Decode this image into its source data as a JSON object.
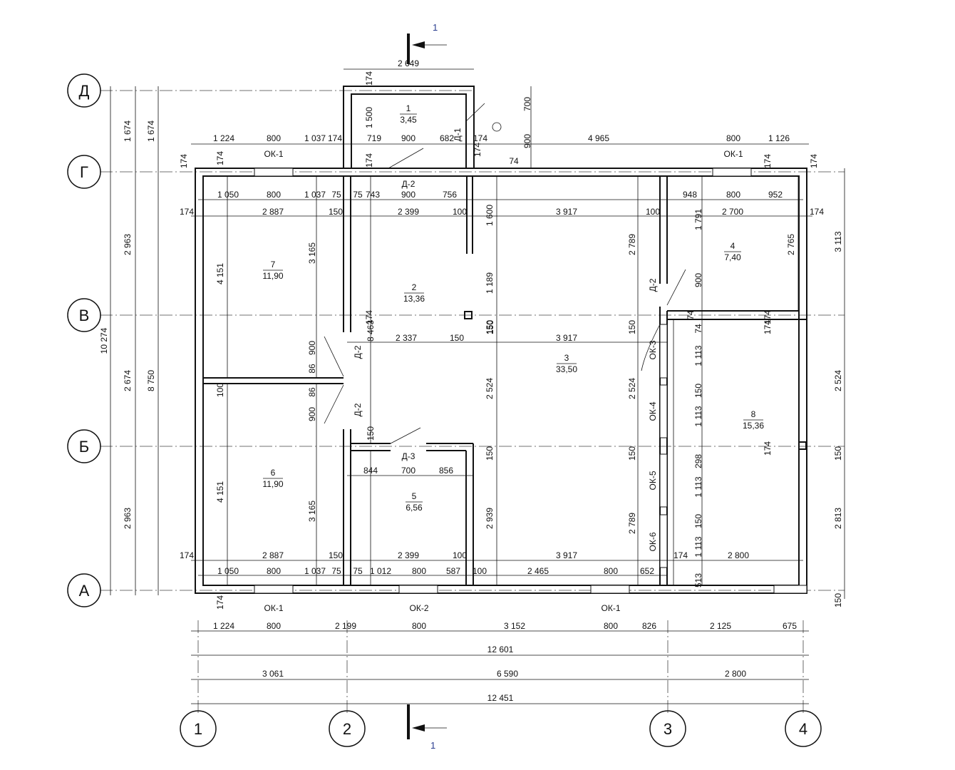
{
  "axes": {
    "letters": [
      "Д",
      "Г",
      "В",
      "Б",
      "А"
    ],
    "numbers": [
      "1",
      "2",
      "3",
      "4"
    ]
  },
  "section_marker": "1",
  "rooms": [
    {
      "no": "1",
      "area": "3,45"
    },
    {
      "no": "2",
      "area": "13,36"
    },
    {
      "no": "3",
      "area": "33,50"
    },
    {
      "no": "4",
      "area": "7,40"
    },
    {
      "no": "5",
      "area": "6,56"
    },
    {
      "no": "6",
      "area": "11,90"
    },
    {
      "no": "7",
      "area": "11,90"
    },
    {
      "no": "8",
      "area": "15,36"
    }
  ],
  "marks": {
    "ok1": "ОК-1",
    "ok2": "ОК-2",
    "ok3": "ОК-3",
    "ok4": "ОК-4",
    "ok5": "ОК-5",
    "ok6": "ОК-6",
    "d1": "Д-1",
    "d2": "Д-2",
    "d3": "Д-3"
  },
  "dims": {
    "top_entry": "2 649",
    "top_row1": [
      "1 224",
      "800",
      "1 037",
      "174",
      "719",
      "900",
      "682",
      "174",
      "4 965",
      "800",
      "1 126"
    ],
    "top_row2": [
      "1 050",
      "800",
      "1 037",
      "75",
      "75",
      "743",
      "900",
      "756",
      "948",
      "800",
      "952"
    ],
    "top_row3": [
      "174",
      "2 887",
      "150",
      "2 399",
      "100",
      "3 917",
      "100",
      "2 700",
      "174"
    ],
    "mid_row": [
      "2 337",
      "150",
      "3 917",
      "150"
    ],
    "b_row": [
      "844",
      "700",
      "856"
    ],
    "a_row1": [
      "174",
      "2 887",
      "150",
      "2 399",
      "100",
      "3 917",
      "174",
      "2 800"
    ],
    "a_row2": [
      "1 050",
      "800",
      "1 037",
      "75",
      "75",
      "1 012",
      "800",
      "587",
      "100",
      "2 465",
      "800",
      "652"
    ],
    "bot_row1": [
      "1 224",
      "800",
      "2 199",
      "800",
      "3 152",
      "800",
      "826",
      "2 125",
      "675"
    ],
    "bot_total1": "12 601",
    "bot_row2": [
      "3 061",
      "6 590",
      "2 800"
    ],
    "bot_total2": "12 451",
    "left_outer": [
      "1 674",
      "2 963",
      "2 674",
      "2 963"
    ],
    "left_total": "10 274",
    "left_inner": [
      "1 674",
      "8 750"
    ],
    "right_outer": [
      "3 113",
      "2 524",
      "150",
      "2 813",
      "150"
    ],
    "vertical_misc": [
      "174",
      "1 500",
      "174",
      "700",
      "900",
      "74",
      "174",
      "174",
      "174",
      "174",
      "4 151",
      "3 165",
      "4 151",
      "3 165",
      "8 463",
      "1 600",
      "1 189",
      "150",
      "2 524",
      "2 939",
      "2 789",
      "2 524",
      "2 789",
      "150",
      "150",
      "150",
      "1 791",
      "2 765",
      "900",
      "74",
      "74",
      "174",
      "1 113",
      "150",
      "1 113",
      "298",
      "1 113",
      "150",
      "1 113",
      "513",
      "100",
      "900",
      "86",
      "86",
      "900",
      "150",
      "174",
      "174",
      "174",
      "174",
      "174",
      "150"
    ]
  }
}
